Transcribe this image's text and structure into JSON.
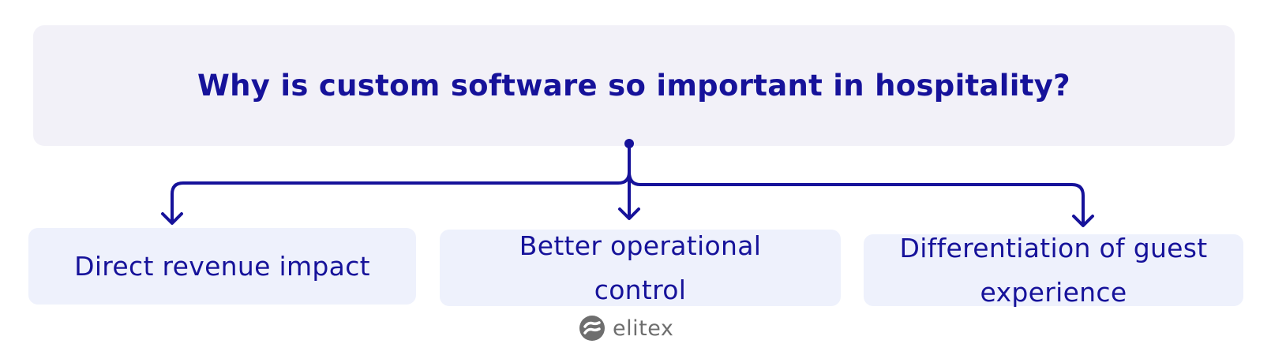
{
  "title": "Why is custom software so important in hospitality?",
  "nodes": [
    {
      "label": "Direct revenue impact"
    },
    {
      "label": "Better operational control"
    },
    {
      "label": "Differentiation of guest experience"
    }
  ],
  "brand": {
    "name": "elitex"
  },
  "colors": {
    "primary": "#16129a",
    "title_bg": "#f2f1f8",
    "node_bg": "#eef1fc",
    "logo_gray": "#6e6e6e"
  }
}
